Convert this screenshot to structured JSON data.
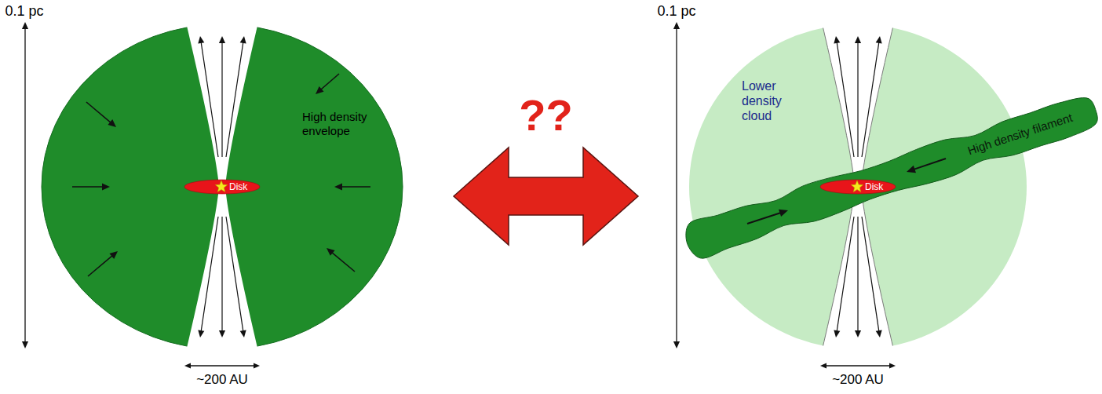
{
  "diagram": {
    "nodes": [
      {
        "text": [
          "High density envelope"
        ]
      },
      {
        "text": [
          "Disk"
        ],
        "in": 0
      },
      {
        "text": [
          "Lower density cloud"
        ]
      },
      {
        "text": [
          "High density filament"
        ],
        "in": 2
      },
      {
        "text": [
          "Disk"
        ],
        "in": 2
      }
    ],
    "edges": [
      {
        "from": 0,
        "to": 2,
        "arrow": "both",
        "label": "??"
      }
    ],
    "labels": [
      "0.1 pc",
      "~200 AU",
      "0.1 pc",
      "~200 AU"
    ]
  }
}
